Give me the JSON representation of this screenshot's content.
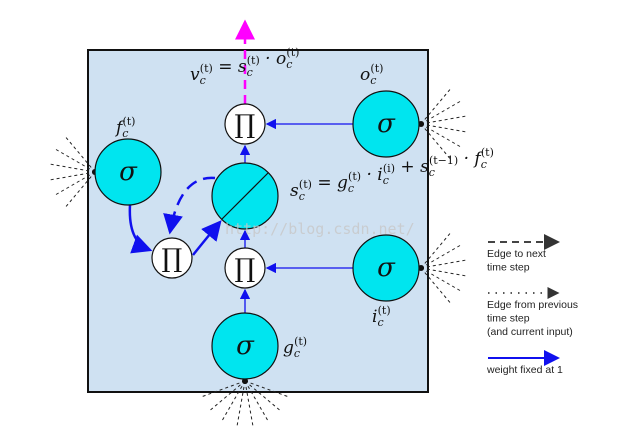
{
  "colors": {
    "box": "#cfe1f2",
    "gate": "#00e5ef",
    "arrow": "#1010ee",
    "output_edge": "#ff00ff",
    "dashed": "#333333"
  },
  "nodes": {
    "output_gate": {
      "symbol": "σ"
    },
    "input_gate": {
      "symbol": "σ"
    },
    "forget_gate": {
      "symbol": "σ"
    },
    "input_node": {
      "symbol": "σ"
    },
    "output_product": {
      "symbol": "∏"
    },
    "input_product": {
      "symbol": "∏"
    },
    "forget_product": {
      "symbol": "∏"
    }
  },
  "labels": {
    "output_eq": [
      [
        "v",
        "c",
        "(t)"
      ],
      [
        " = "
      ],
      [
        "s",
        "c",
        "(t)"
      ],
      [
        " · "
      ],
      [
        "o",
        "c",
        "(t)"
      ]
    ],
    "output_gate": [
      [
        "o",
        "c",
        "(t)"
      ]
    ],
    "forget_gate": [
      [
        "f",
        "c",
        "(t)"
      ]
    ],
    "state_eq": [
      [
        "s",
        "c",
        "(t)"
      ],
      [
        " = "
      ],
      [
        "g",
        "c",
        "(t)"
      ],
      [
        " · "
      ],
      [
        "i",
        "c",
        "(i)"
      ],
      [
        " + "
      ],
      [
        "s",
        "c",
        "(t−1)"
      ],
      [
        " · "
      ],
      [
        "f",
        "c",
        "(t)"
      ]
    ],
    "input_gate": [
      [
        "i",
        "c",
        "(t)"
      ]
    ],
    "input_node": [
      [
        "g",
        "c",
        "(t)"
      ]
    ]
  },
  "watermark": "http://blog.csdn.net/",
  "legend": [
    {
      "style": "dashed",
      "lines": [
        "Edge to next",
        "time step"
      ]
    },
    {
      "style": "dotted",
      "lines": [
        "Edge from previous",
        "time step",
        "(and current input)"
      ]
    },
    {
      "style": "blue",
      "lines": [
        "weight fixed at 1"
      ]
    }
  ]
}
